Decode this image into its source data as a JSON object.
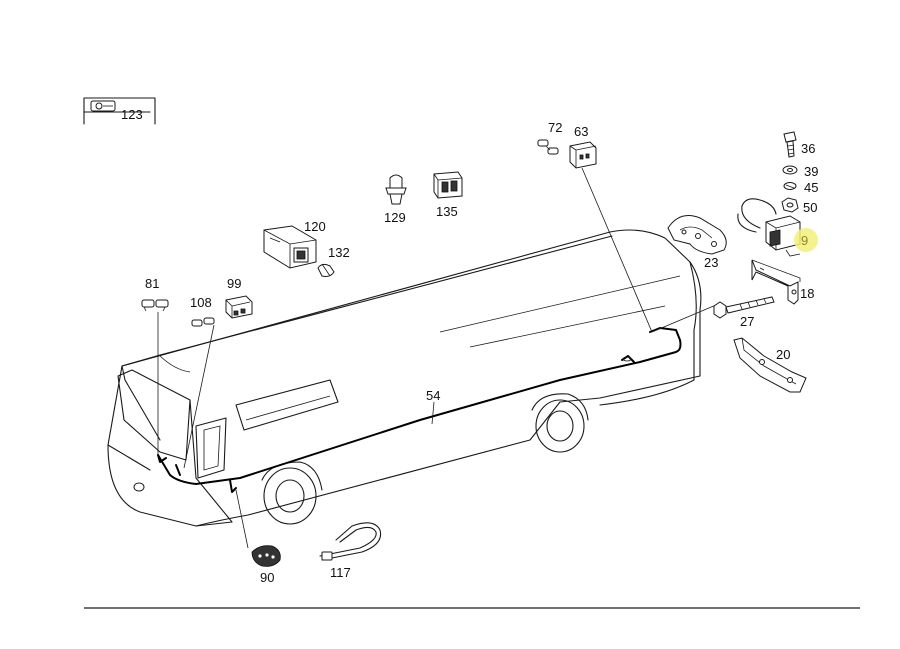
{
  "labels": {
    "p123": "123",
    "p72": "72",
    "p63": "63",
    "p36": "36",
    "p39": "39",
    "p45": "45",
    "p50": "50",
    "p9": "9",
    "p23": "23",
    "p18": "18",
    "p27": "27",
    "p20": "20",
    "p129": "129",
    "p135": "135",
    "p120": "120",
    "p132": "132",
    "p81": "81",
    "p99": "99",
    "p108": "108",
    "p54": "54",
    "p90": "90",
    "p117": "117"
  },
  "colors": {
    "line": "#1a1a1a",
    "highlight": "#f3f07a",
    "highlight_text": "#8a8a2a"
  }
}
